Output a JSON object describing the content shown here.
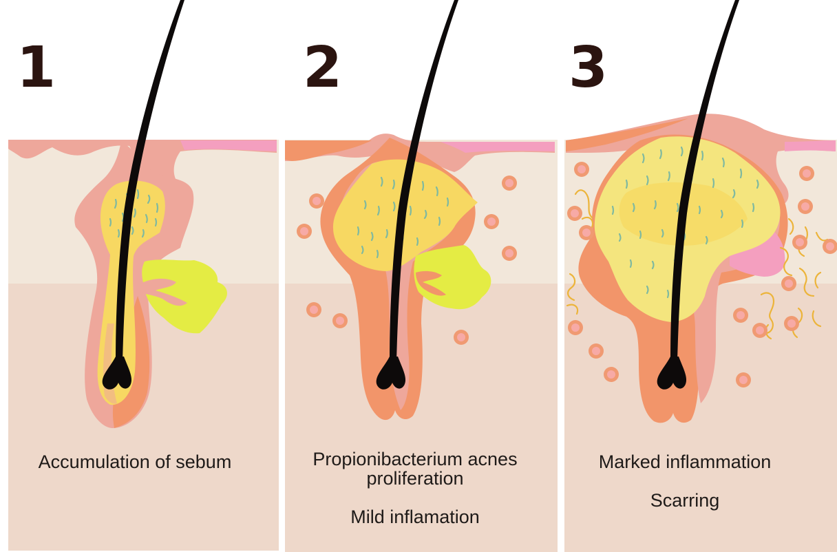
{
  "colors": {
    "epidermis": "#f2e7da",
    "dermis": "#eed8ca",
    "follicle_pink": "#eea79b",
    "follicle_orange": "#f2956a",
    "sebum_yellow": "#f7d862",
    "gland_lime": "#e4ec44",
    "bacteria_strand": "#7fb9a0",
    "inflammation_cell_ring": "#f09a72",
    "inflammation_cell_core": "#f7aaa6",
    "fibre": "#ecb43a",
    "hair": "#0d0a0a",
    "stage_number": "#2b1410",
    "caption_text": "#1e1a18"
  },
  "panels": [
    {
      "number": "1",
      "caption_lines": [
        "Accumulation of sebum"
      ],
      "faint_text": ""
    },
    {
      "number": "2",
      "caption_lines": [
        "Propionibacterium acnes",
        "proliferation",
        "Mild inflamation"
      ]
    },
    {
      "number": "3",
      "caption_lines": [
        "Marked inflammation",
        "Scarring"
      ]
    }
  ]
}
